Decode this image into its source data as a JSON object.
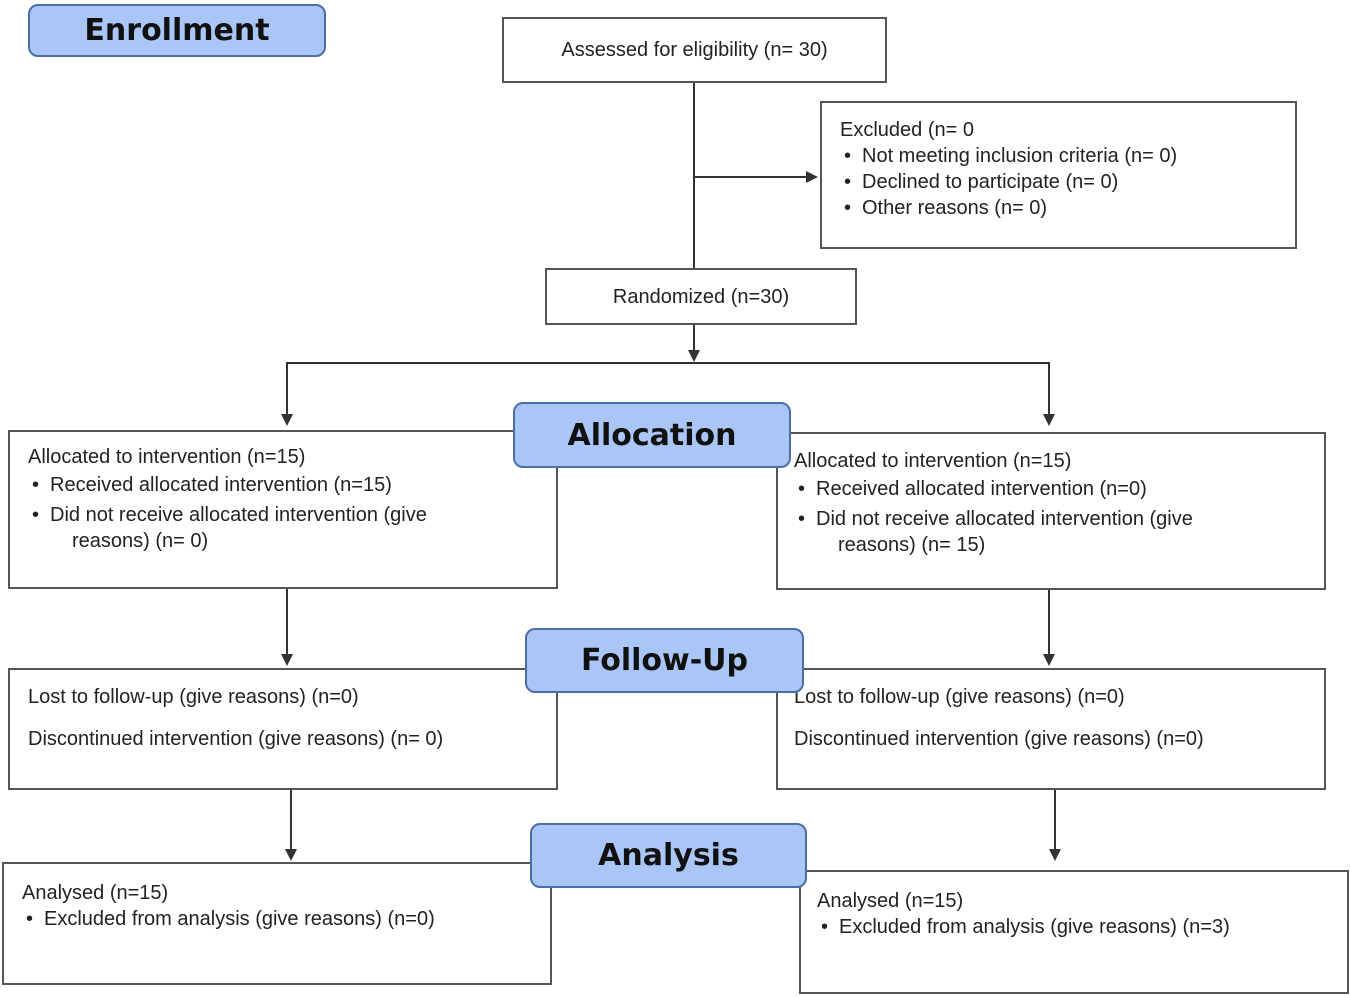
{
  "stages": {
    "enrollment": "Enrollment",
    "allocation": "Allocation",
    "followup": "Follow-Up",
    "analysis": "Analysis"
  },
  "assessed": "Assessed for eligibility (n= 30)",
  "excluded": {
    "title": "Excluded  (n= 0",
    "items": [
      "Not meeting inclusion criteria (n= 0)",
      "Declined to participate (n= 0)",
      "Other reasons (n= 0)"
    ]
  },
  "randomized": "Randomized (n=30)",
  "left": {
    "allocation": {
      "title": "Allocated to intervention (n=15)",
      "received": "Received allocated intervention (n=15)",
      "not_received": "Did not receive allocated intervention (give",
      "not_received_cont": "reasons) (n= 0)"
    },
    "followup": {
      "lost": "Lost to follow-up (give reasons) (n=0)",
      "discontinued": "Discontinued intervention (give reasons) (n= 0)"
    },
    "analysis": {
      "title": "Analysed (n=15)",
      "excluded": "Excluded from analysis (give reasons) (n=0)"
    }
  },
  "right": {
    "allocation": {
      "title": "Allocated to intervention (n=15)",
      "received": "Received allocated intervention (n=0)",
      "not_received": "Did not receive allocated intervention (give",
      "not_received_cont": "reasons) (n= 15)"
    },
    "followup": {
      "lost": "Lost to follow-up (give reasons) (n=0)",
      "discontinued": "Discontinued intervention (give reasons) (n=0)"
    },
    "analysis": {
      "title": "Analysed (n=15)",
      "excluded": "Excluded from analysis (give reasons) (n=3)"
    }
  }
}
